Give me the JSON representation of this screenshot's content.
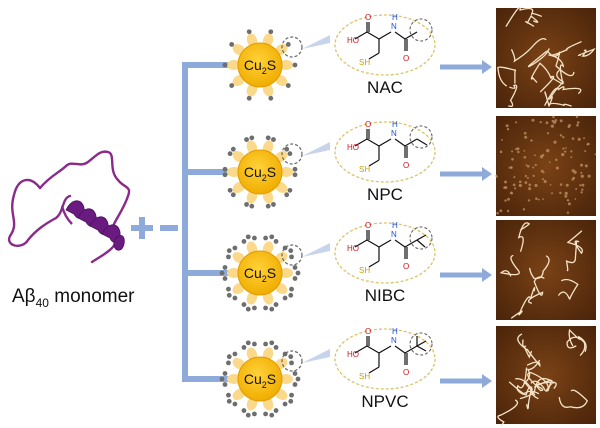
{
  "monomer": {
    "label_main": "Aβ",
    "label_sub": "40",
    "label_tail": " monomer"
  },
  "core_label": {
    "main": "Cu",
    "sub": "2",
    "tail": "S"
  },
  "mol_atoms": {
    "ho": "HO",
    "o": "O",
    "n": "N",
    "h": "H",
    "sh": "SH"
  },
  "rows": [
    {
      "name": "NAC"
    },
    {
      "name": "NPC"
    },
    {
      "name": "NIBC"
    },
    {
      "name": "NPVC"
    }
  ],
  "colors": {
    "branch": "#8eaadb",
    "arrow": "#8eaadb",
    "core": "#f2b705",
    "core_edge": "#e09a00",
    "ligand": "#fbd98a",
    "dot": "#6e6e6e",
    "mol_ellipse": "#d9c46a",
    "highlight": "#666666",
    "peptide": "#8a2a8a",
    "helix": "#6a1b80",
    "afm_bg": "#5a2f10",
    "fibril": "#f4e3c6",
    "oxygen": "#d0141b",
    "nitrogen": "#1f4fd6",
    "sulfur": "#c9a000"
  },
  "icons": [
    "plus-icon",
    "minus-icon",
    "arrow-icon",
    "nanoparticle-icon",
    "molecule-structure",
    "afm-image"
  ]
}
